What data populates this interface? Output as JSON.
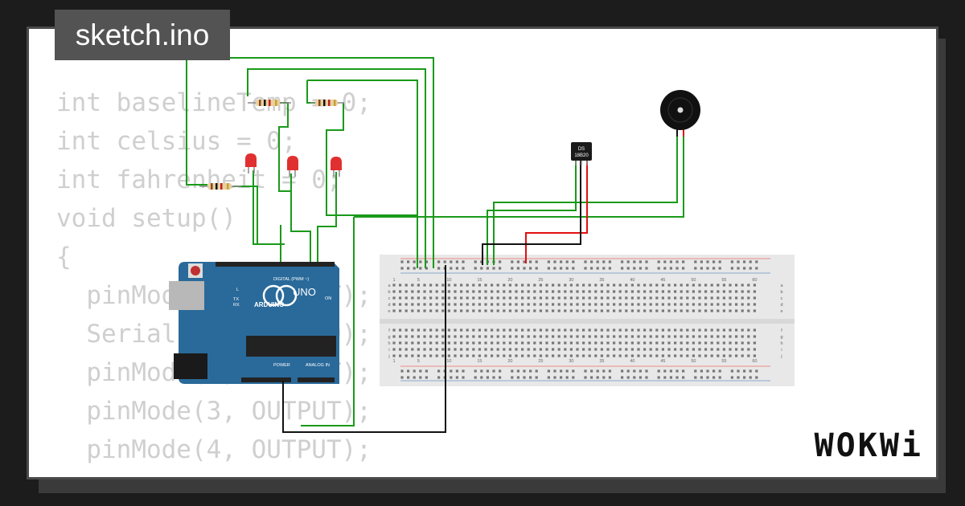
{
  "title": "sketch.ino",
  "code_lines": [
    "int baselineTemp = 0;",
    "int celsius = 0;",
    "int fahrenheit = 0;",
    "",
    "void setup()",
    "{",
    "  pinMode(A0, INPUT);",
    "  Serial.begin(9600);",
    "  pinMode(2, OUTPUT);",
    "  pinMode(3, OUTPUT);",
    "  pinMode(4, OUTPUT);"
  ],
  "board": {
    "brand": "UNO",
    "maker": "ARDUINO",
    "header_digital": "DIGITAL (PWM ~)",
    "header_power": "POWER",
    "header_analog": "ANALOG IN",
    "led_l": "L",
    "led_tx": "TX",
    "led_rx": "RX",
    "on_label": "ON"
  },
  "sensor": {
    "line1": "DS",
    "line2": "18B20"
  },
  "breadboard": {
    "column_numbers": [
      "1",
      "5",
      "10",
      "15",
      "20",
      "25",
      "30",
      "35",
      "40",
      "45",
      "50",
      "55",
      "60"
    ],
    "row_letters_top": [
      "a",
      "b",
      "c",
      "d",
      "e"
    ],
    "row_letters_bottom": [
      "f",
      "g",
      "h",
      "i",
      "j"
    ]
  },
  "logo": "WOKWi",
  "colors": {
    "wire_green": "#1a9a1a",
    "wire_red": "#e01010",
    "wire_black": "#111111",
    "board_blue": "#2a6a9a",
    "led_red": "#e03030"
  }
}
